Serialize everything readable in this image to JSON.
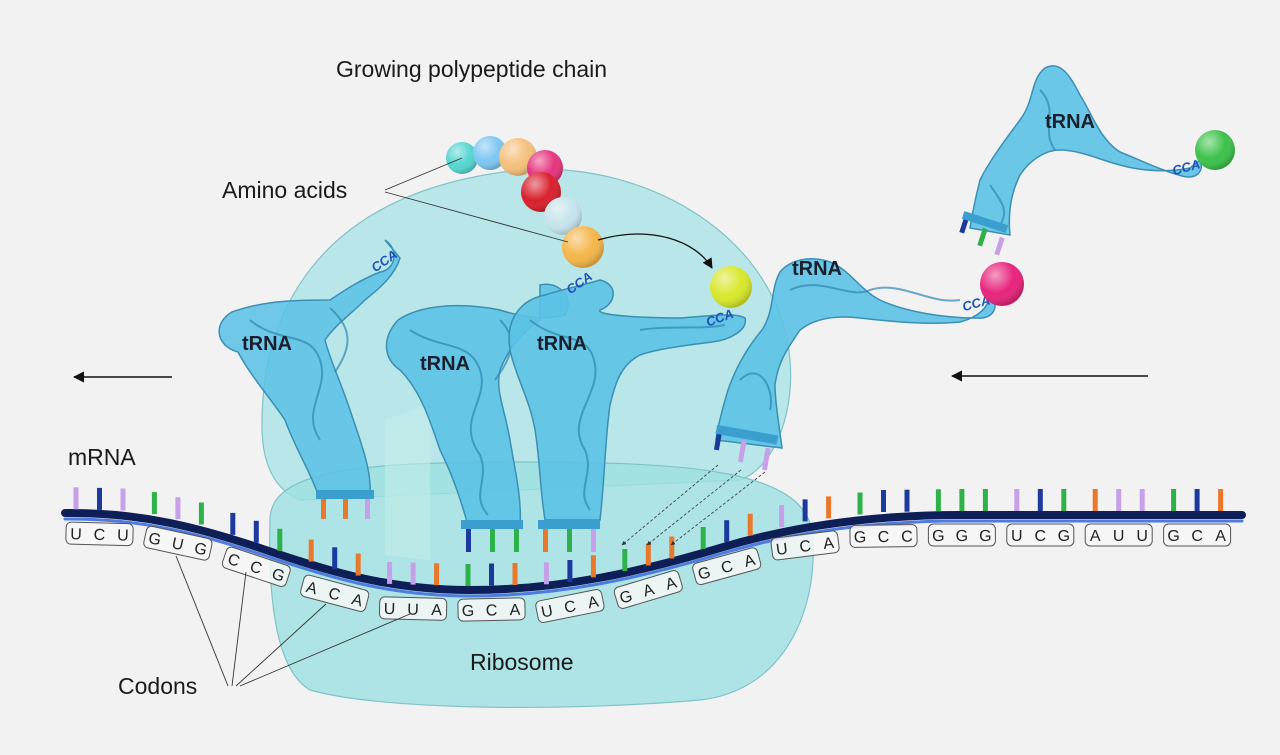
{
  "labels": {
    "growing_chain": "Growing polypeptide chain",
    "amino_acids": "Amino acids",
    "mrna": "mRNA",
    "codons": "Codons",
    "ribosome": "Ribosome",
    "trna": "tRNA",
    "cca": "CCA"
  },
  "codons": [
    "UCU",
    "GUG",
    "CCG",
    "ACA",
    "UUA",
    "GCA",
    "UCA",
    "GAA",
    "GCA",
    "UCA",
    "GCC",
    "GGG",
    "UCG",
    "AUU",
    "GCA"
  ],
  "colors": {
    "ribosome": "#a4e2e6",
    "trna": "#5cc2e6",
    "trna_outline": "#3b8fb4",
    "mrna_strand": "#0d1f56",
    "mrna_highlight": "#4f7be0",
    "base_U": "#c7a0ea",
    "base_G": "#2fb14a",
    "base_C": "#1c3a9e",
    "base_A": "#e9782a",
    "amino_chain": [
      "#56d6d2",
      "#7ec7f2",
      "#f5c07a",
      "#e6357e",
      "#d8202c",
      "#c6e4ec",
      "#f5b64a"
    ],
    "amino_incoming_1": "#d8e82a",
    "amino_incoming_2": "#e8247c",
    "amino_incoming_3": "#3cc24a"
  }
}
